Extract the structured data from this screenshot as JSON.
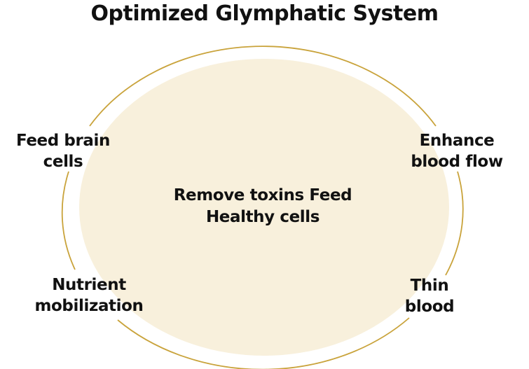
{
  "title": "Optimized Glymphatic System",
  "center": {
    "line1": "Remove toxins Feed",
    "line2": "Healthy cells"
  },
  "labels": {
    "feed_brain_cells": {
      "line1": "Feed brain",
      "line2": "cells"
    },
    "enhance_blood_flow": {
      "line1": "Enhance",
      "line2": "blood flow"
    },
    "nutrient_mobilization": {
      "line1": "Nutrient",
      "line2": "mobilization"
    },
    "thin_blood": {
      "line1": "Thin",
      "line2": "blood"
    }
  },
  "colors": {
    "ring": "#C9A33B",
    "fill": "#F8F0DC",
    "text": "#111111"
  }
}
